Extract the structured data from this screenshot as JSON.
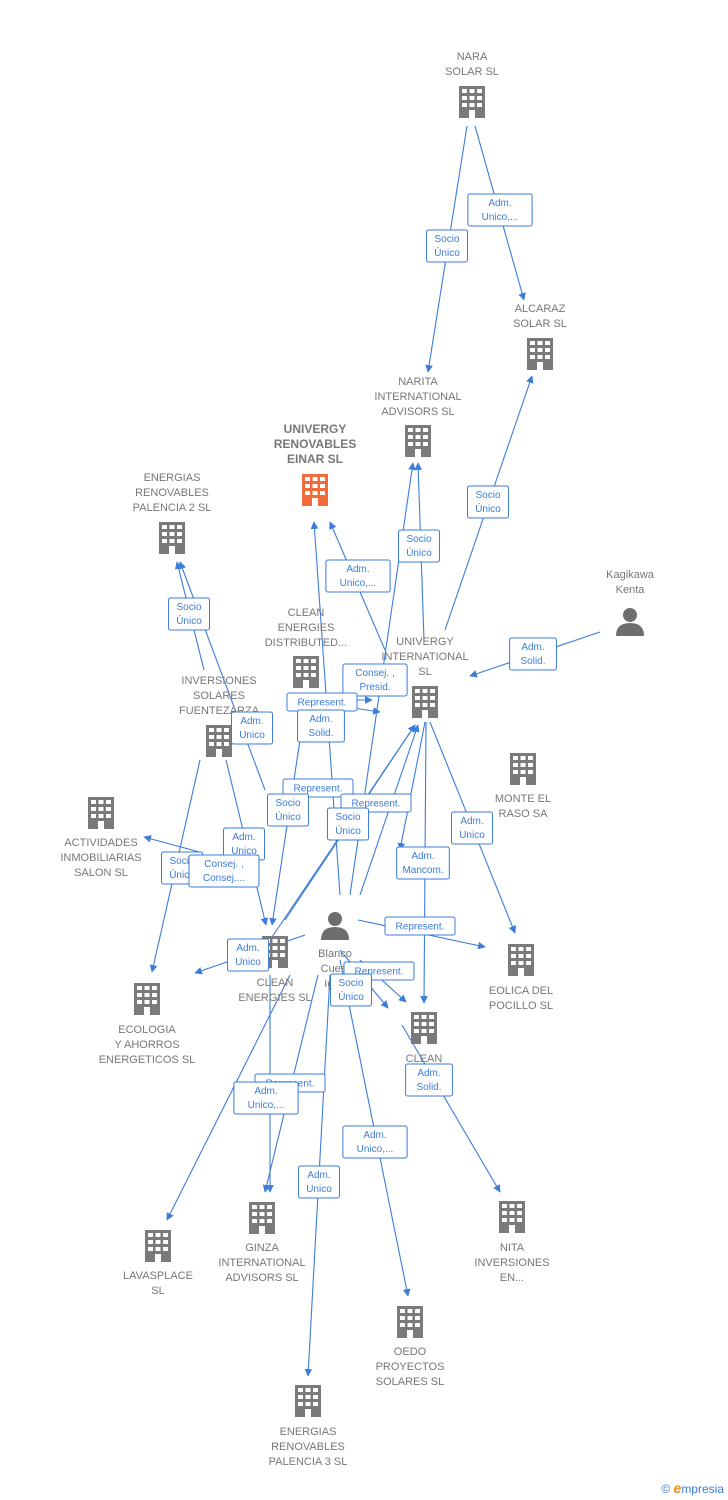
{
  "colors": {
    "edge": "#3b7dd8",
    "building": "#7a7a7a",
    "building_main": "#f26b3a",
    "person": "#6e6e6e"
  },
  "nodes": [
    {
      "id": "nara",
      "type": "company",
      "lines": [
        "NARA",
        "SOLAR  SL"
      ]
    },
    {
      "id": "alcaraz",
      "type": "company",
      "lines": [
        "ALCARAZ",
        "SOLAR SL"
      ]
    },
    {
      "id": "narita",
      "type": "company",
      "lines": [
        "NARITA",
        "INTERNATIONAL",
        "ADVISORS  SL"
      ]
    },
    {
      "id": "univergy_einar",
      "type": "company_main",
      "lines": [
        "UNIVERGY",
        "RENOVABLES",
        "EINAR  SL"
      ]
    },
    {
      "id": "energias_p2",
      "type": "company",
      "lines": [
        "ENERGIAS",
        "RENOVABLES",
        "PALENCIA 2 SL"
      ]
    },
    {
      "id": "kagikawa",
      "type": "person",
      "lines": [
        "Kagikawa",
        "Kenta"
      ]
    },
    {
      "id": "clean_distributed",
      "type": "company",
      "lines": [
        "CLEAN",
        "ENERGIES",
        "DISTRIBUTED..."
      ]
    },
    {
      "id": "univergy_int",
      "type": "company",
      "lines": [
        "UNIVERGY",
        "INTERNATIONAL",
        "SL"
      ]
    },
    {
      "id": "inversiones_fuente",
      "type": "company",
      "lines": [
        "INVERSIONES",
        "SOLARES",
        "FUENTEZARZA"
      ]
    },
    {
      "id": "monte_el_raso",
      "type": "company",
      "lines": [
        "MONTE EL",
        "RASO SA"
      ]
    },
    {
      "id": "actividades",
      "type": "company",
      "lines": [
        "ACTIVIDADES",
        "INMOBILIARIAS",
        "SALON SL"
      ]
    },
    {
      "id": "blanco",
      "type": "person",
      "lines": [
        "Blanco",
        "Cuest",
        "Igna"
      ]
    },
    {
      "id": "clean_energies",
      "type": "company",
      "lines": [
        "CLEAN",
        "ENERGIES SL"
      ]
    },
    {
      "id": "eolica",
      "type": "company",
      "lines": [
        "EOLICA DEL",
        "POCILLO SL"
      ]
    },
    {
      "id": "ecologia",
      "type": "company",
      "lines": [
        "ECOLOGIA",
        "Y AHORROS",
        "ENERGETICOS SL"
      ]
    },
    {
      "id": "clean_enr",
      "type": "company",
      "lines": [
        "CLEAN",
        "EN",
        "R"
      ]
    },
    {
      "id": "lavasplace",
      "type": "company",
      "lines": [
        "LAVASPLACE",
        "SL"
      ]
    },
    {
      "id": "ginza",
      "type": "company",
      "lines": [
        "GINZA",
        "INTERNATIONAL",
        "ADVISORS  SL"
      ]
    },
    {
      "id": "nita",
      "type": "company",
      "lines": [
        "NITA",
        "INVERSIONES",
        "EN..."
      ]
    },
    {
      "id": "oedo",
      "type": "company",
      "lines": [
        "OEDO",
        "PROYECTOS",
        "SOLARES  SL"
      ]
    },
    {
      "id": "energias_p3",
      "type": "company",
      "lines": [
        "ENERGIAS",
        "RENOVABLES",
        "PALENCIA 3 SL"
      ]
    }
  ],
  "badges": [
    {
      "lines": [
        "Adm.",
        "Unico,..."
      ]
    },
    {
      "lines": [
        "Socio",
        "Único"
      ]
    },
    {
      "lines": [
        "Socio",
        "Único"
      ]
    },
    {
      "lines": [
        "Adm.",
        "Unico,..."
      ]
    },
    {
      "lines": [
        "Socio",
        "Único"
      ]
    },
    {
      "lines": [
        "Socio",
        "Único"
      ]
    },
    {
      "lines": [
        "Adm.",
        "Solid."
      ]
    },
    {
      "lines": [
        "Consej. ,",
        "Presid."
      ]
    },
    {
      "lines": [
        "Represent."
      ]
    },
    {
      "lines": [
        "Adm.",
        "Solid."
      ]
    },
    {
      "lines": [
        "Adm.",
        "Unico"
      ]
    },
    {
      "lines": [
        "Represent."
      ]
    },
    {
      "lines": [
        "Socio",
        "Único"
      ]
    },
    {
      "lines": [
        "Represent."
      ]
    },
    {
      "lines": [
        "Socio",
        "Único"
      ]
    },
    {
      "lines": [
        "Adm.",
        "Unico"
      ]
    },
    {
      "lines": [
        "Adm.",
        "Unico"
      ]
    },
    {
      "lines": [
        "Adm.",
        "Mancom."
      ]
    },
    {
      "lines": [
        "Socio",
        "Único"
      ]
    },
    {
      "lines": [
        "Consej. ,",
        "Consej...."
      ]
    },
    {
      "lines": [
        "Represent."
      ]
    },
    {
      "lines": [
        "Adm.",
        "Unico"
      ]
    },
    {
      "lines": [
        "Represent."
      ]
    },
    {
      "lines": [
        "Socio",
        "Único"
      ]
    },
    {
      "lines": [
        "Adm.",
        "Solid."
      ]
    },
    {
      "lines": [
        "Represent."
      ]
    },
    {
      "lines": [
        "Adm.",
        "Unico,..."
      ]
    },
    {
      "lines": [
        "Adm.",
        "Unico,..."
      ]
    },
    {
      "lines": [
        "Adm.",
        "Unico"
      ]
    }
  ],
  "watermark": {
    "copyright": "©",
    "brand_initial": "e",
    "brand_rest": "mpresia"
  }
}
